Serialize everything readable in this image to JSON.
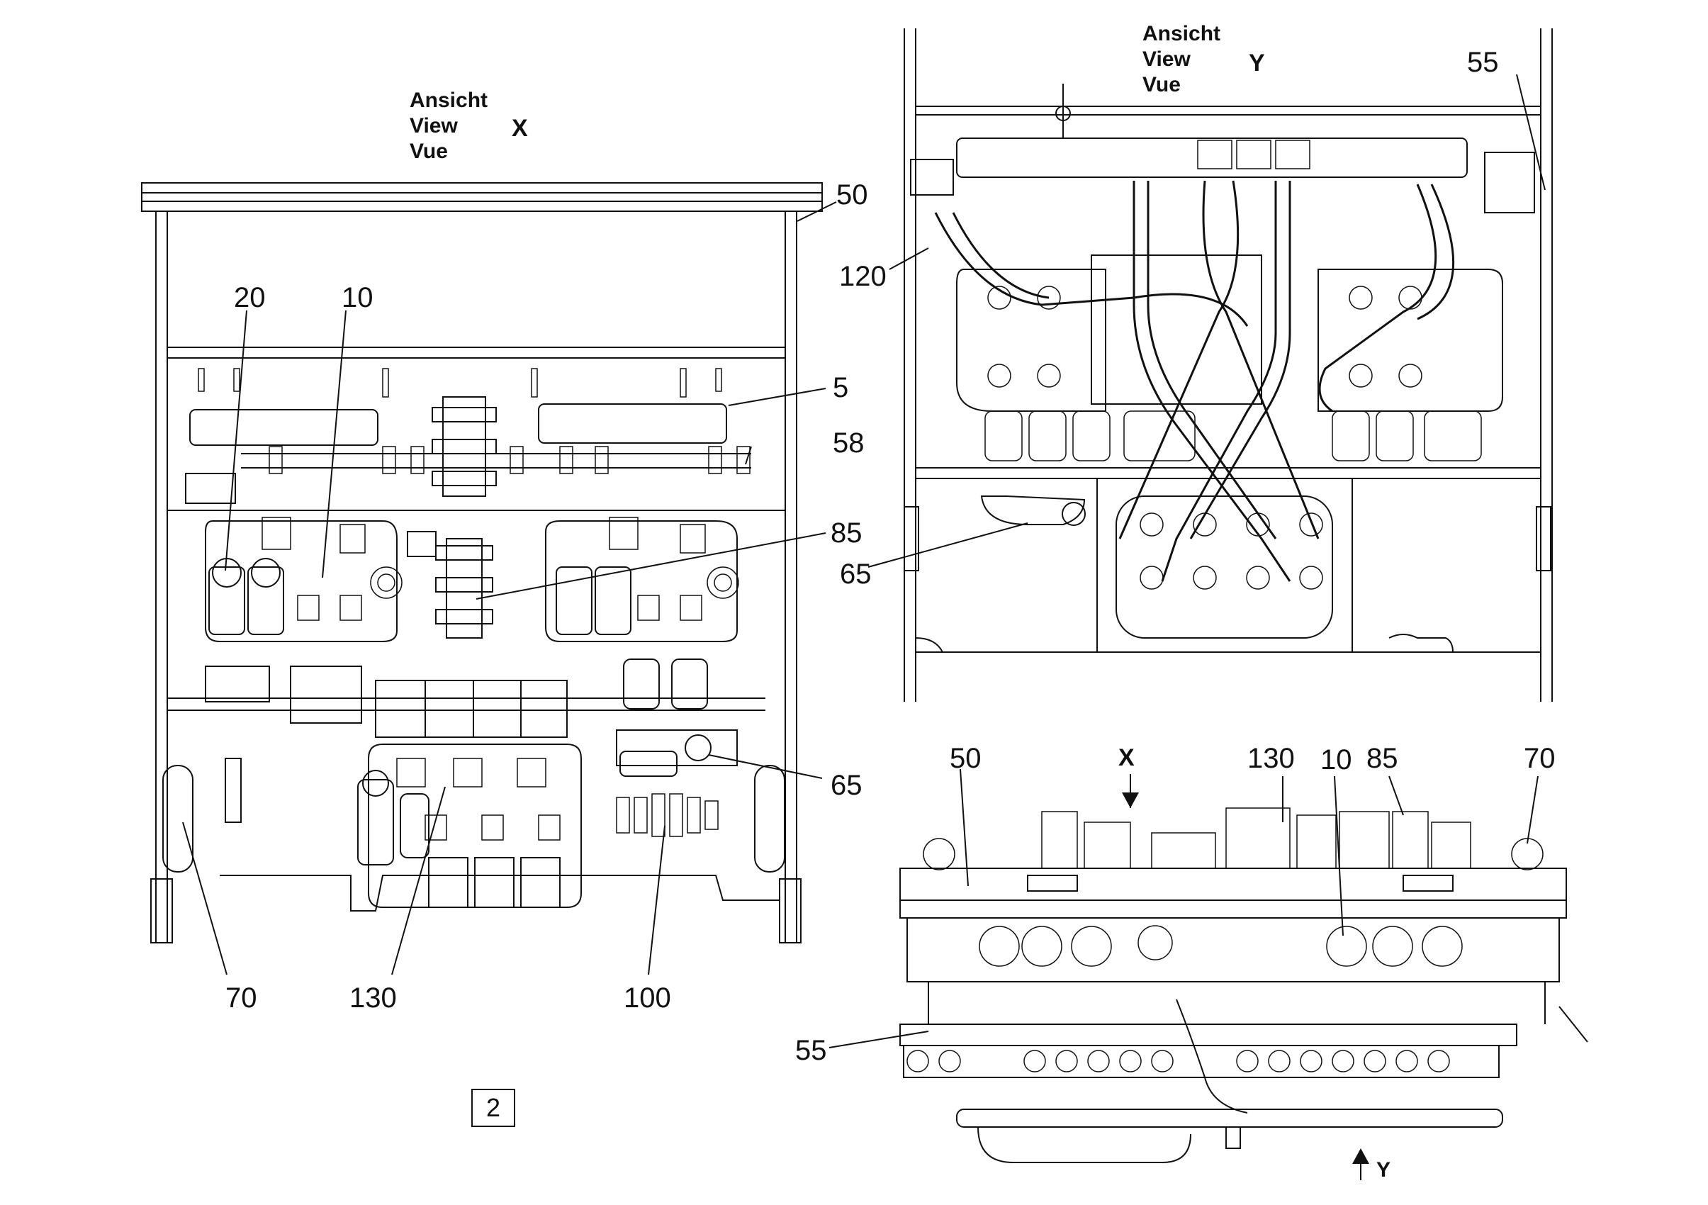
{
  "view_x": {
    "lines": [
      "Ansicht",
      "View",
      "Vue"
    ],
    "letter": "X"
  },
  "view_y": {
    "lines": [
      "Ansicht",
      "View",
      "Vue"
    ],
    "letter": "Y"
  },
  "sheet_number": "2",
  "callouts_left": {
    "c50": "50",
    "c20": "20",
    "c10": "10",
    "c5": "5",
    "c58": "58",
    "c85": "85",
    "c65": "65",
    "c70": "70",
    "c130": "130",
    "c100": "100"
  },
  "callouts_top_right": {
    "c55": "55",
    "c120": "120",
    "c65": "65"
  },
  "callouts_bottom_right": {
    "c50": "50",
    "cX": "X",
    "c130": "130",
    "c10": "10",
    "c85": "85",
    "c70": "70",
    "c55": "55",
    "cY": "Y"
  }
}
